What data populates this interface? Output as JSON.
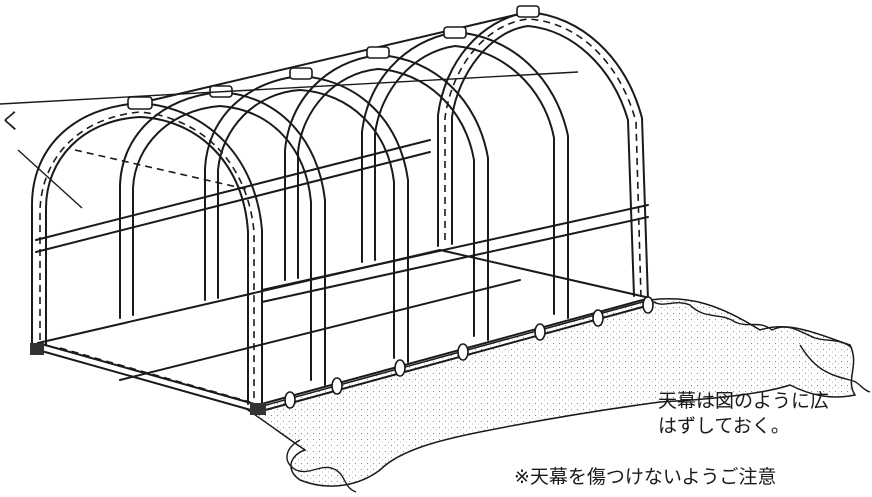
{
  "annotations": {
    "label_fragment": "く",
    "note_line1": "天幕は図のように広",
    "note_line2": "はずしておく。",
    "caution": "※天幕を傷つけないようご注意"
  },
  "colors": {
    "line": "#1a1a1a",
    "background": "#ffffff",
    "cover_dots": "#8a8a8a"
  }
}
